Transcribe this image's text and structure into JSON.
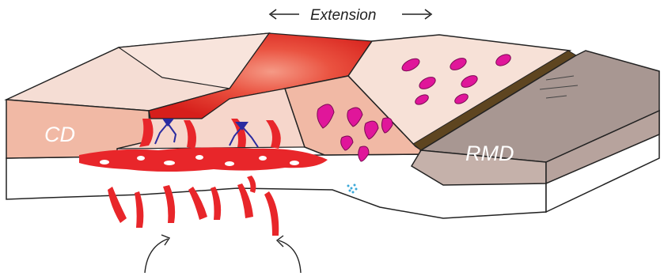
{
  "labels": {
    "extension": "Extension",
    "left_zone": "CD",
    "right_zone": "RMD"
  },
  "arrows": {
    "left": "left-arrow-icon",
    "right": "right-arrow-icon",
    "upwelling": "curved-upwelling-arrow-icon"
  },
  "colors": {
    "crust_top": "#f5ddd4",
    "crust_side": "#f1b9a5",
    "rift_top": "#e53024",
    "rmd_top": "#a89792",
    "rmd_side": "#c5b1aa",
    "mantle": "#ffffff",
    "melt": "#e8262a",
    "dike": "#2a2aa0",
    "pluton": "#e0169a",
    "fault_strip": "#5e4520",
    "outline": "#222222"
  }
}
